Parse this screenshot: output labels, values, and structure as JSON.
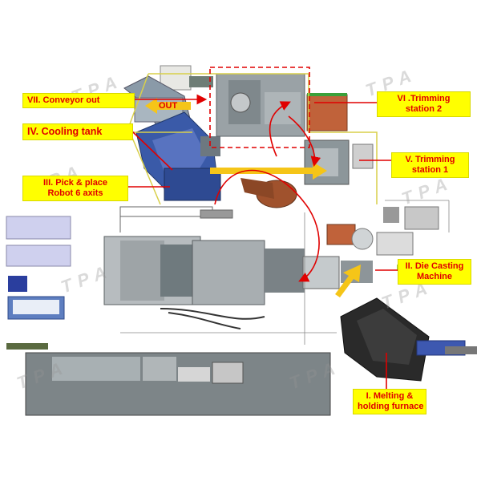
{
  "watermark": "TPA",
  "labels": {
    "conveyor_out": "VII. Conveyor out",
    "out_arrow": "OUT",
    "cooling_tank": "IV. Cooling tank",
    "pick_place_line1": "III. Pick & place",
    "pick_place_line2": "Robot 6 axits",
    "trimming2_line1": "VI .Trimming",
    "trimming2_line2": "station 2",
    "trimming1_line1": "V. Trimming",
    "trimming1_line2": "station 1",
    "die_casting_line1": "II.  Die Casting",
    "die_casting_line2": "Machine",
    "melting_line1": "I. Melting &",
    "melting_line2": "holding furnace"
  },
  "colors": {
    "label_bg": "#ffff00",
    "label_text": "#e00000",
    "flow_arrow": "#f5c518",
    "leader_line": "#e00000",
    "cooling_tank": "#3a5aa8",
    "trimming_orange": "#c0623a"
  }
}
